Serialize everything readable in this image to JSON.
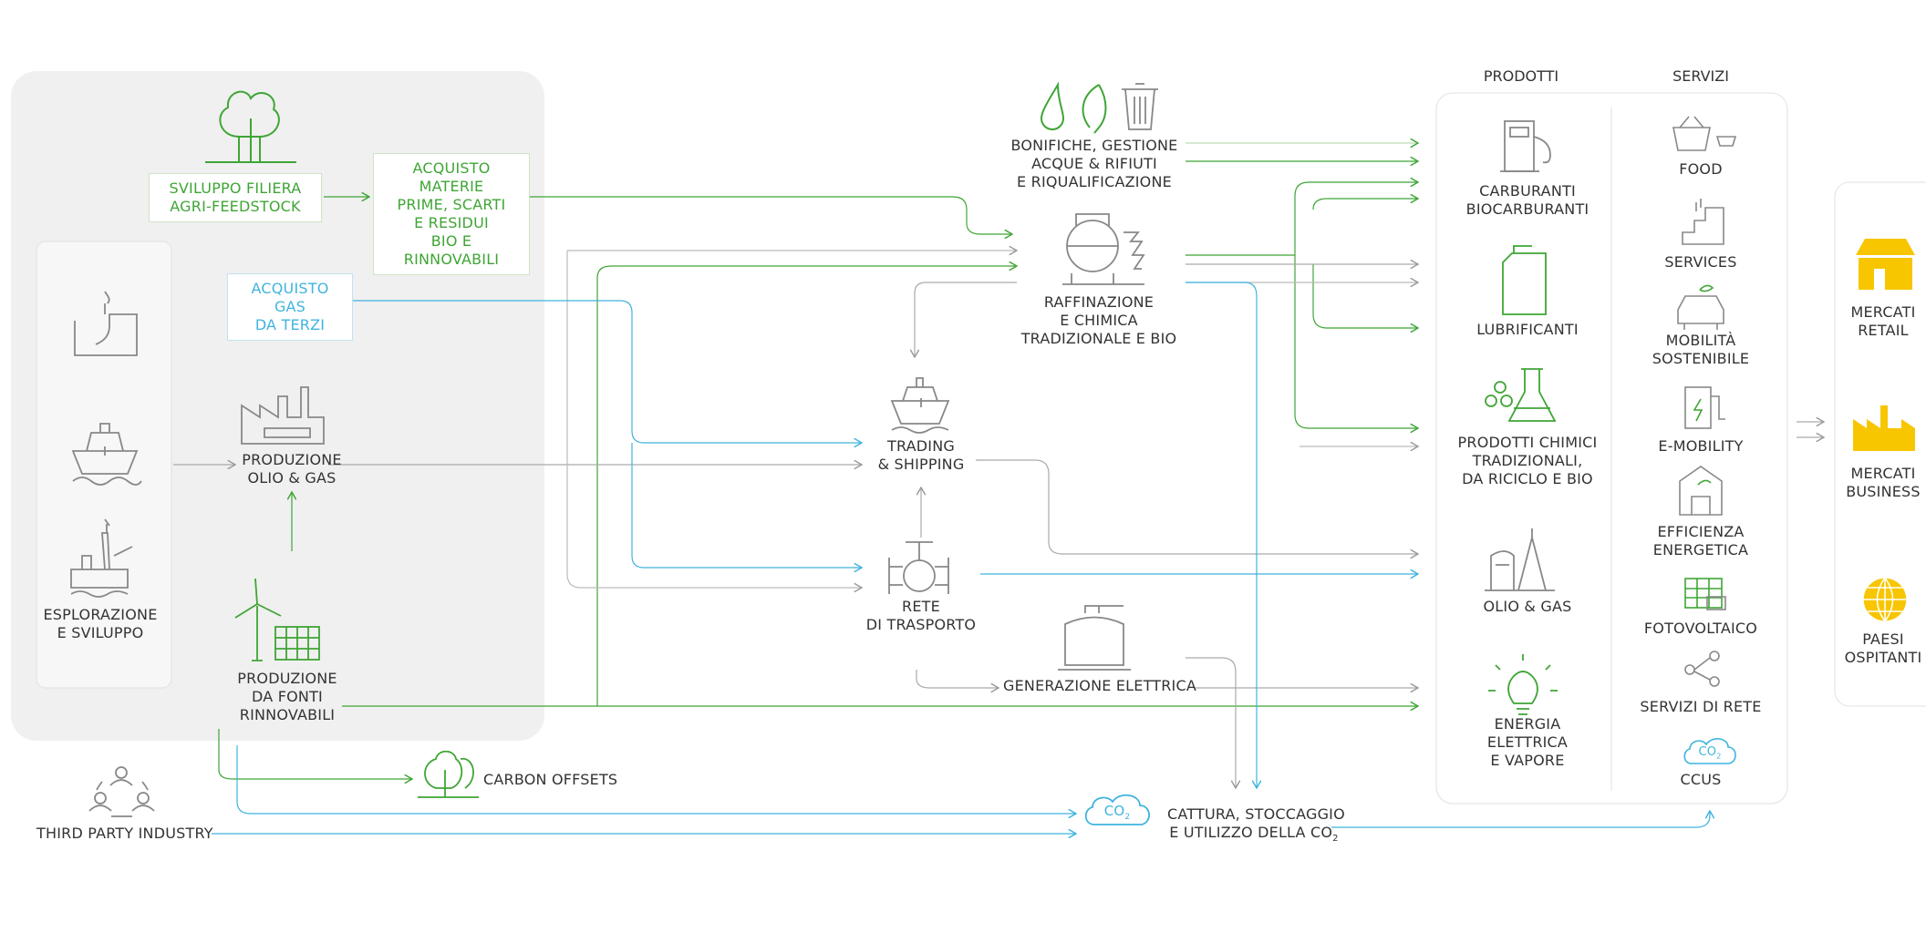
{
  "upstream": {
    "sviluppo_filiera": "SVILUPPO FILIERA\nAGRI-FEEDSTOCK",
    "acquisto_materie": "ACQUISTO MATERIE\nPRIME, SCARTI\nE RESIDUI\nBIO E RINNOVABILI",
    "acquisto_gas": "ACQUISTO GAS\nDA TERZI",
    "esplorazione": "ESPLORAZIONE\nE SVILUPPO",
    "produzione_olio": "PRODUZIONE\nOLIO & GAS",
    "produzione_rinnovabili": "PRODUZIONE\nDA FONTI\nRINNOVABILI"
  },
  "midstream": {
    "bonifiche": "BONIFICHE, GESTIONE\nACQUE & RIFIUTI\nE RIQUALIFICAZIONE",
    "raffinazione": "RAFFINAZIONE\nE CHIMICA\nTRADIZIONALE E BIO",
    "trading": "TRADING\n& SHIPPING",
    "rete": "RETE\nDI TRASPORTO",
    "generazione": "GENERAZIONE ELETTRICA"
  },
  "bottom": {
    "third_party": "THIRD PARTY INDUSTRY",
    "carbon_offsets": "CARBON OFFSETS",
    "cattura_line1": "CATTURA, STOCCAGGIO",
    "cattura_line2": "E UTILIZZO DELLA CO",
    "cattura_sub": "2",
    "co2_cloud": "CO",
    "co2_cloud_sub": "2"
  },
  "prodotti": {
    "header": "PRODOTTI",
    "items": [
      "CARBURANTI\nBIOCARBURANTI",
      "LUBRIFICANTI",
      "PRODOTTI CHIMICI\nTRADIZIONALI,\nDA RICICLO E BIO",
      "OLIO & GAS",
      "ENERGIA\nELETTRICA\nE VAPORE"
    ]
  },
  "servizi": {
    "header": "SERVIZI",
    "items": [
      "FOOD",
      "SERVICES",
      "MOBILITÀ\nSOSTENIBILE",
      "E-MOBILITY",
      "EFFICIENZA\nENERGETICA",
      "FOTOVOLTAICO",
      "SERVIZI DI RETE",
      "CCUS"
    ],
    "ccus_cloud": "CO",
    "ccus_cloud_sub": "2"
  },
  "mercati": {
    "items": [
      "MERCATI\nRETAIL",
      "MERCATI\nBUSINESS",
      "PAESI\nOSPITANTI"
    ]
  },
  "colors": {
    "green": "#3fa535",
    "blue": "#3fb4de",
    "grey": "#8a8a8a",
    "panel": "#f0f0f0",
    "yellow": "#f7c600"
  }
}
